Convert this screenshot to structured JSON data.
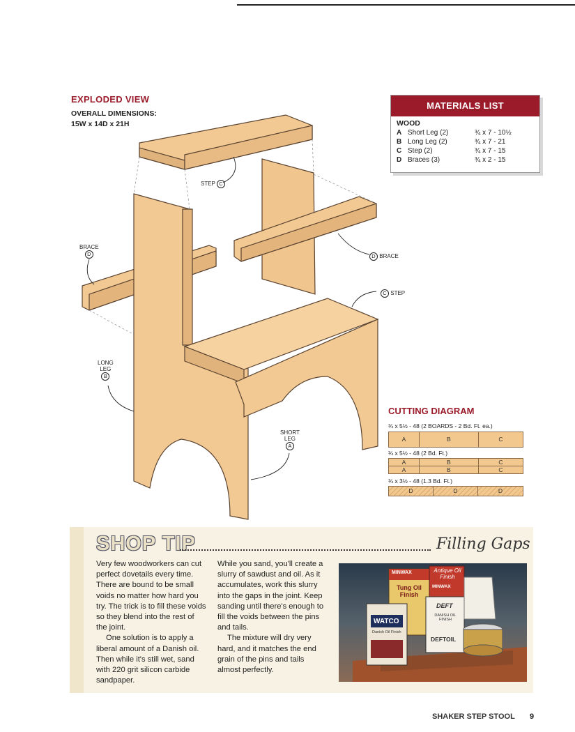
{
  "exploded_view": {
    "title": "EXPLODED VIEW",
    "dims_label": "OVERALL DIMENSIONS:",
    "dims": "15W x 14D x 21H",
    "callouts": {
      "step_top": {
        "label": "STEP",
        "letter": "C"
      },
      "brace_left": {
        "label": "BRACE",
        "letter": "D"
      },
      "brace_right": {
        "label": "BRACE",
        "letter": "D"
      },
      "step_right": {
        "label": "STEP",
        "letter": "C"
      },
      "long_leg": {
        "label1": "LONG",
        "label2": "LEG",
        "letter": "B"
      },
      "short_leg": {
        "label1": "SHORT",
        "label2": "LEG",
        "letter": "A"
      }
    }
  },
  "materials": {
    "title": "MATERIALS LIST",
    "category": "WOOD",
    "items": [
      {
        "letter": "A",
        "name": "Short Leg (2)",
        "size": "¾ x 7 - 10½"
      },
      {
        "letter": "B",
        "name": "Long Leg (2)",
        "size": "¾ x 7 - 21"
      },
      {
        "letter": "C",
        "name": "Step (2)",
        "size": "¾ x 7 - 15"
      },
      {
        "letter": "D",
        "name": "Braces (3)",
        "size": "¾ x 2 - 15"
      }
    ]
  },
  "cutting": {
    "title": "CUTTING DIAGRAM",
    "board1_label": "¾ x 5½ - 48  (2 BOARDS - 2 Bd. Ft. ea.)",
    "board1": [
      "A",
      "B",
      "C"
    ],
    "board2_label": "¾ x 5½ - 48  (2 Bd. Ft.)",
    "board2_top": [
      "A",
      "B",
      "C"
    ],
    "board2_bottom": [
      "A",
      "B",
      "C"
    ],
    "board3_label": "¾ x 3½ - 48  (1.3 Bd. Ft.)",
    "board3": [
      "D",
      "D",
      "D"
    ]
  },
  "shop_tip": {
    "title": "SHOP TIP",
    "subtitle": "Filling Gaps",
    "col1_p1": "Very few woodworkers can cut perfect dovetails every time. There are bound to be small voids no matter how hard you try. The trick is to fill these voids so they blend into the rest of the joint.",
    "col1_p2": "One solution is to apply a liberal amount of a Danish oil. Then while it's still wet, sand with 220 grit silicon carbide sandpaper.",
    "col2_p1": "While you sand, you'll create a slurry of sawdust and oil. As it accumulates, work this slurry into the gaps in the joint. Keep sanding until there's enough to fill the voids between the pins and tails.",
    "col2_p2": "The mixture will dry very hard, and it matches the end grain of the pins and tails almost perfectly.",
    "photo_labels": {
      "watco": "WATCO",
      "watco_sub": "Danish Oil Finish",
      "minwax1": "MINWAX",
      "tung": "Tung Oil Finish",
      "antique": "Antique Oil Finish",
      "minwax2": "MINWAX",
      "deft": "DEFT",
      "danish2": "DANISH OIL FINISH",
      "deftoil": "DEFTOIL"
    }
  },
  "footer": {
    "title": "SHAKER STEP STOOL",
    "page": "9"
  }
}
